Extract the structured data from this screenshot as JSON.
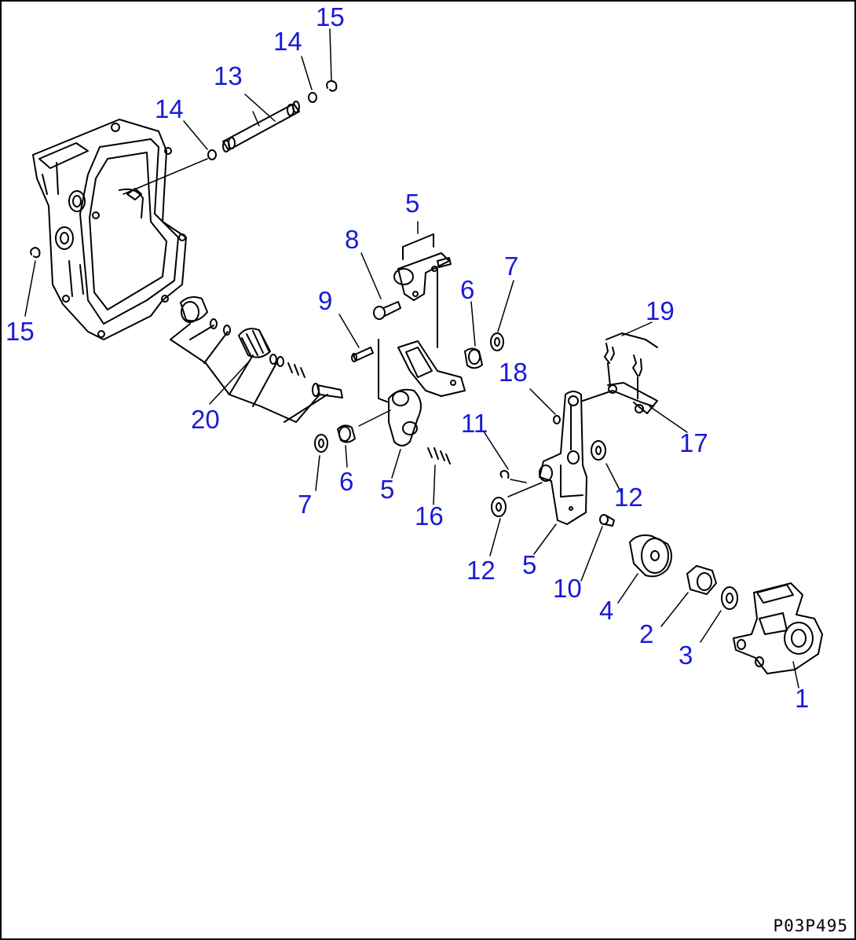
{
  "callouts": [
    "1",
    "2",
    "3",
    "4",
    "5",
    "6",
    "7",
    "8",
    "9",
    "10",
    "11",
    "12",
    "13",
    "14",
    "15",
    "16",
    "17",
    "18",
    "19",
    "20"
  ],
  "drawing_code": "P03P495",
  "colors": {
    "callout": "#1a1ad6",
    "line": "#000000",
    "background": "#ffffff"
  }
}
